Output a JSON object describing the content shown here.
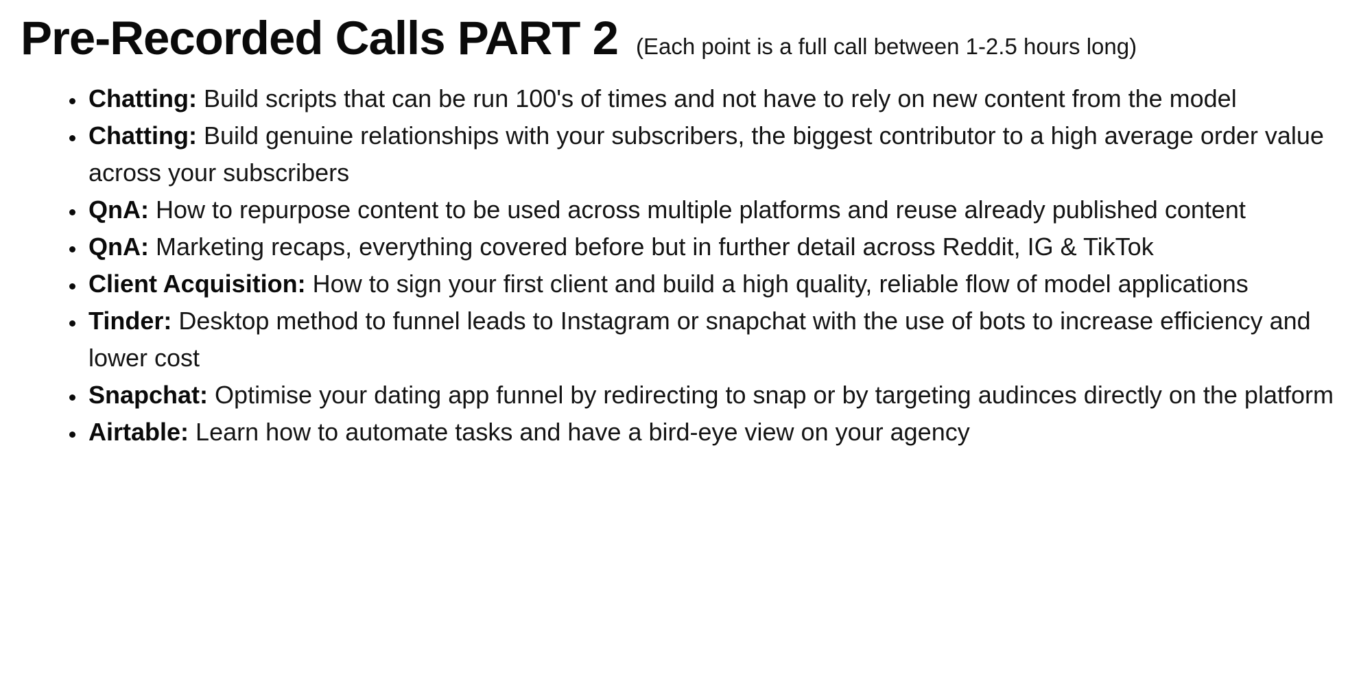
{
  "page": {
    "title": "Pre-Recorded Calls PART 2",
    "subtitle": "(Each point is a full call between 1-2.5 hours long)"
  },
  "colors": {
    "background": "#ffffff",
    "text": "#141414",
    "heading": "#0a0a0a"
  },
  "bullets": [
    {
      "label": "Chatting:",
      "text": "Build scripts that can be run 100's of times and not have to rely on new content from the model"
    },
    {
      "label": "Chatting:",
      "text": "Build genuine relationships with your subscribers, the biggest contributor to a high average order value across your subscribers"
    },
    {
      "label": "QnA:",
      "text": "How to repurpose content to be used across multiple platforms and reuse already published content"
    },
    {
      "label": "QnA:",
      "text": "Marketing recaps, everything covered before but in further detail across Reddit, IG & TikTok"
    },
    {
      "label": "Client Acquisition:",
      "text": "How to sign your first client and build a high quality, reliable flow of model applications"
    },
    {
      "label": "Tinder:",
      "text": "Desktop method to funnel leads to Instagram or snapchat with the use of bots to increase efficiency and lower cost"
    },
    {
      "label": "Snapchat:",
      "text": "Optimise your dating app funnel by redirecting to snap or by targeting audinces directly on the platform"
    },
    {
      "label": "Airtable:",
      "text": "Learn how to automate tasks and have a bird-eye view on your agency"
    }
  ]
}
